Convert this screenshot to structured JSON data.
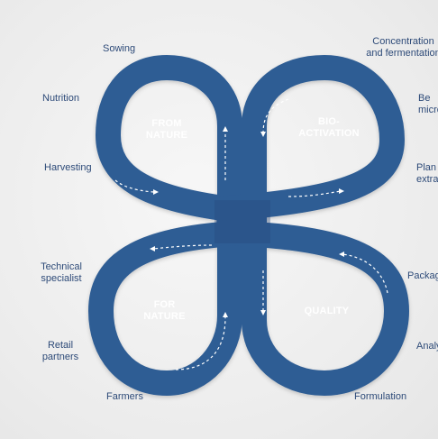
{
  "diagram": {
    "colors": {
      "band": "#2f5d94",
      "band_shade": "#24497a",
      "arrow": "#ffffff",
      "text": "#2d4a78",
      "background": "#ececec"
    },
    "quadrants": {
      "top_left": "FROM\nNATURE",
      "top_right": "BIO-\nACTIVATION",
      "bottom_left": "FOR\nNATURE",
      "bottom_right": "QUALITY"
    },
    "labels": {
      "sowing": "Sowing",
      "nutrition": "Nutrition",
      "harvesting": "Harvesting",
      "technical_specialist": "Technical\nspecialist",
      "retail_partners": "Retail\npartners",
      "farmers": "Farmers",
      "concentration": "Concentration\nand fermentation",
      "beneficial_micro": "Be\nmicro",
      "plant_extracts": "Plan\nextra",
      "packaging": "Packag",
      "analysis": "Analy",
      "formulation": "Formulation"
    }
  }
}
